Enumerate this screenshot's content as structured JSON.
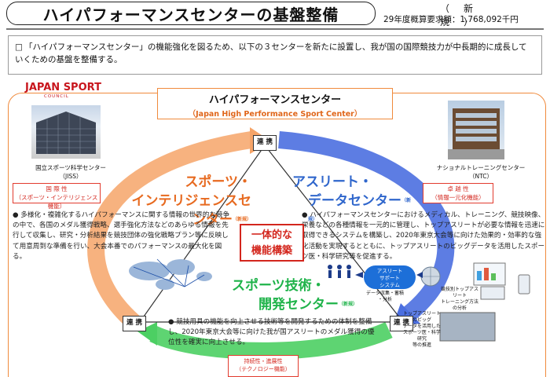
{
  "header": {
    "title": "ハイパフォーマンスセンターの基盤整備",
    "new_label": "（新　　規）",
    "budget": "29年度概算要求額：1,768,092千円"
  },
  "intro": {
    "bullet": "□",
    "text": "「ハイパフォーマンスセンター」の機能強化を図るため、以下の３センターを新たに設置し、我が国の国際競技力が中長期的に成長していくための基盤を整備する。"
  },
  "logo": {
    "name": "JAPAN SPORT",
    "sub": "COUNCIL"
  },
  "hpsc": {
    "title_jp": "ハイパフォーマンスセンター",
    "title_en": "（Japan High Performance Sport Center）"
  },
  "buildings": {
    "left_caption": "国立スポーツ科学センター\n（JISS）",
    "right_caption": "ナショナルトレーニングセンター\n（NTC）"
  },
  "feature_boxes": {
    "international": "国 際 性\n（スポーツ・インテリジェンス機能）",
    "excellence": "卓 越 性\n（情報一元化機能）",
    "sustainability": "持続性・進展性\n（テクノロジー機能）"
  },
  "centers": {
    "intelligence": {
      "line1": "スポーツ・",
      "line2": "インテリジェンスセンター",
      "sup": "（新規）",
      "description": "● 多様化・複雑化するハイパフォーマンスに関する情報の世界的な競争の中で、各国のメダル獲得戦略、選手強化方法などのあらゆる情報を先行して収集し、研究・分析結果を競技団体の強化戦略プラン等に反映して用意周到な準備を行い、大会本番でのパフォーマンスの最大化を図る。"
    },
    "data": {
      "line1": "アスリート・",
      "line2": "データセンター",
      "sup": "（新規）",
      "description": "● ハイパフォーマンスセンターにおけるメディカル、トレーニング、競技映像、栄養などの各種情報を一元的に管理し、トップアスリートが必要な情報を迅速に取得できるシステムを構築し、2020年東京大会等に向けた効果的・効率的な強化活動を実現するとともに、トップアスリートのビッグデータを活用したスポーツ医・科学研究等を促進する。"
    },
    "tech": {
      "line1": "スポーツ技術・",
      "line2": "開発センター",
      "sup": "（新規）",
      "description": "● 競技用具の機能を向上させる技術等を開発するための体制を整備し、2020年東京大会等に向けた我が国アスリートのメダル獲得の優位性を確実に向上させる。"
    }
  },
  "unity": {
    "line1": "一体的な",
    "line2": "機能構築"
  },
  "node_label": "連 携",
  "system": {
    "pill": "アスリート\nサポート\nシステム",
    "data_label": "データ収集・蓄積\n・分析",
    "note1": "競技別トップアスリート\nトレーニング方法\nの分析",
    "note2": "トップアスリートのビッグ\nデータを活用した\nスポーツ医・科学研究\n等の推進"
  },
  "colors": {
    "orange": "#f08a3c",
    "blue": "#3f66d6",
    "green": "#3cc85a",
    "red": "#d3261d"
  }
}
